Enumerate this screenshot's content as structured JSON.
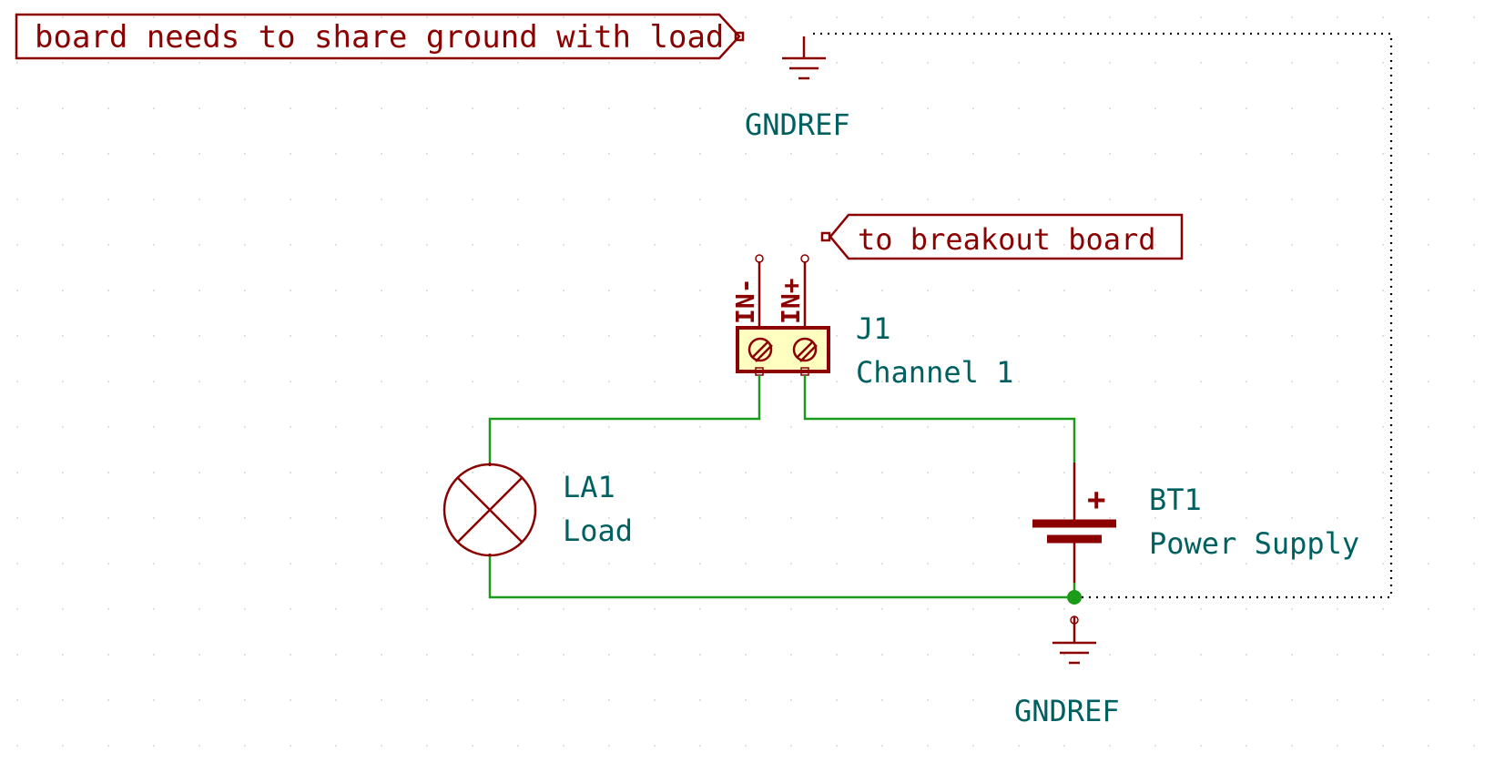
{
  "colors": {
    "symbol": "#8b0000",
    "wire": "#1a9c1a",
    "reference": "#006060",
    "connector_fill": "#ffffc0",
    "background": "#ffffff"
  },
  "labels": {
    "note_ground": "board needs to share ground with load",
    "to_breakout": "to breakout board"
  },
  "power_symbols": {
    "top_ground": "GNDREF",
    "bottom_ground": "GNDREF"
  },
  "components": {
    "j1": {
      "ref": "J1",
      "value": "Channel 1",
      "pin1": "IN-",
      "pin2": "IN+"
    },
    "la1": {
      "ref": "LA1",
      "value": "Load"
    },
    "bt1": {
      "ref": "BT1",
      "value": "Power Supply",
      "polarity": "+"
    }
  }
}
